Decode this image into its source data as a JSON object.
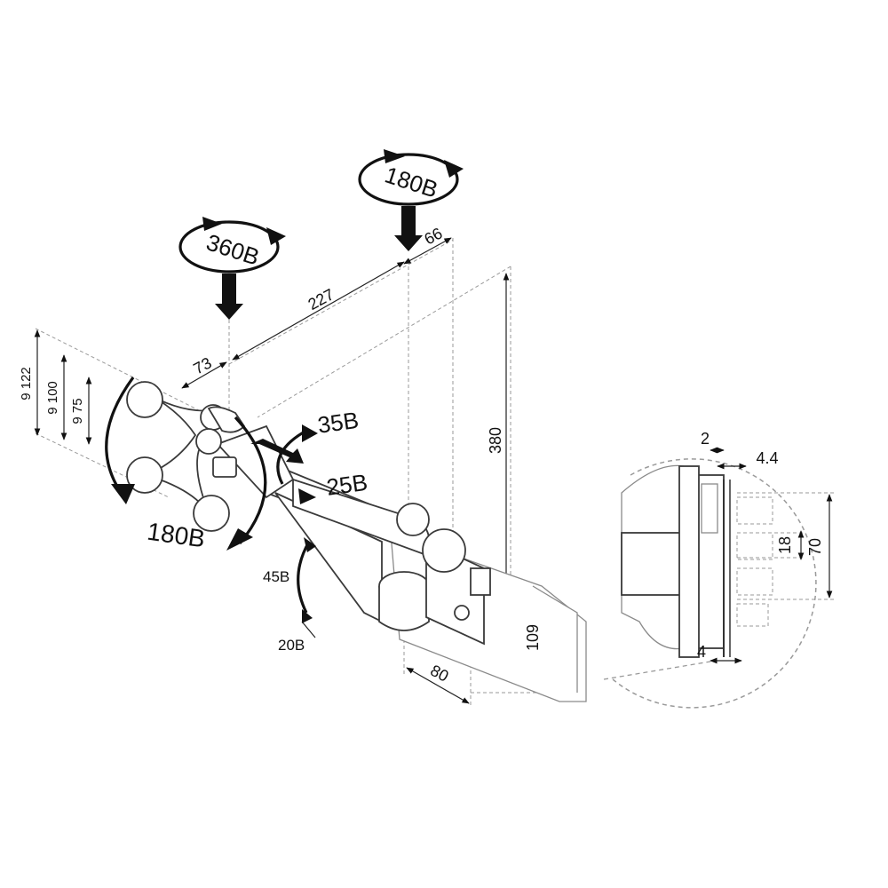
{
  "rotations": {
    "top_left": "360В",
    "top_right": "180В",
    "plate": "180В",
    "tilt_up": "35В",
    "tilt_down": "25В",
    "arm_up": "45В",
    "arm_down": "20В"
  },
  "dimensions": {
    "d227": "227",
    "d73": "73",
    "d66": "66",
    "d380": "380",
    "d109": "109",
    "d80": "80",
    "vesa122": "9 122",
    "vesa100": "9 100",
    "vesa75": "9 75"
  },
  "detail": {
    "d2": "2",
    "d4_4": "4.4",
    "d18": "18",
    "d70": "70",
    "d4": "4"
  }
}
